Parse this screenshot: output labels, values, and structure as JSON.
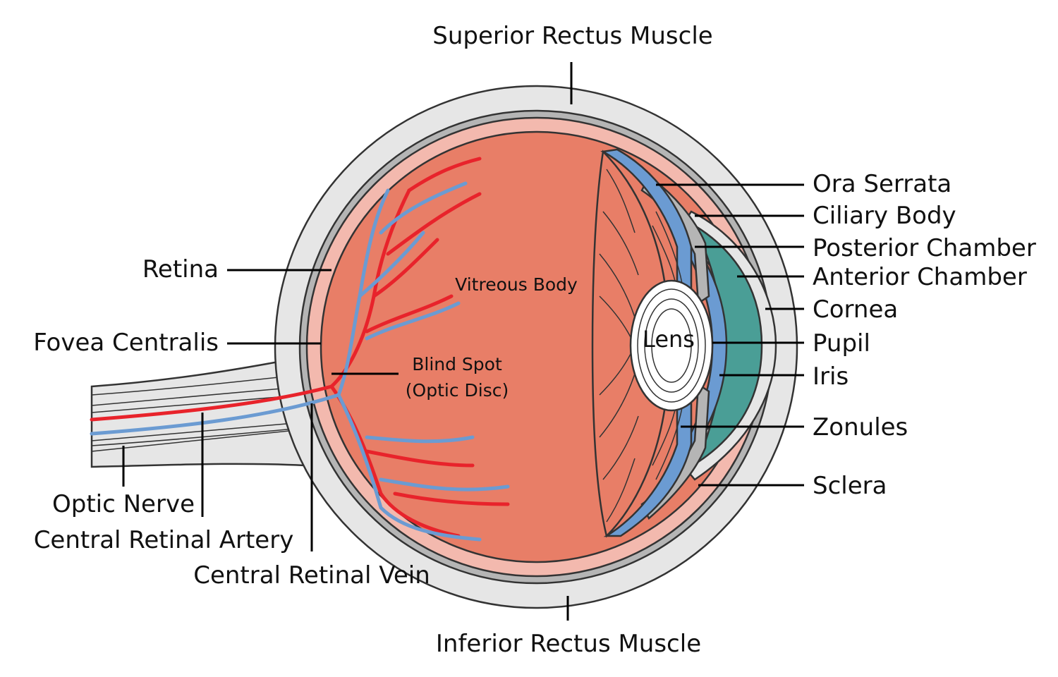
{
  "colors": {
    "sclera": "#e6e6e6",
    "choroid": "#b5b5b5",
    "retina": "#f3b9ae",
    "vitreous": "#e87e67",
    "artery": "#e8232b",
    "vein": "#6b9bd2",
    "muscle": "#d9533f",
    "aqueous": "#4a9e96",
    "lens": "#ffffff",
    "ciliary": "#b5b5b5"
  },
  "labels": {
    "superior_rectus": "Superior Rectus Muscle",
    "inferior_rectus": "Inferior Rectus Muscle",
    "retina": "Retina",
    "fovea": "Fovea Centralis",
    "optic_nerve": "Optic Nerve",
    "central_artery": "Central Retinal Artery",
    "central_vein": "Central Retinal Vein",
    "vitreous": "Vitreous Body",
    "blind_spot_line1": "Blind Spot",
    "blind_spot_line2": "(Optic Disc)",
    "lens": "Lens",
    "ora_serrata": "Ora Serrata",
    "ciliary_body": "Ciliary Body",
    "posterior_chamber": "Posterior Chamber",
    "anterior_chamber": "Anterior Chamber",
    "cornea": "Cornea",
    "pupil": "Pupil",
    "iris": "Iris",
    "zonules": "Zonules",
    "sclera": "Sclera"
  }
}
